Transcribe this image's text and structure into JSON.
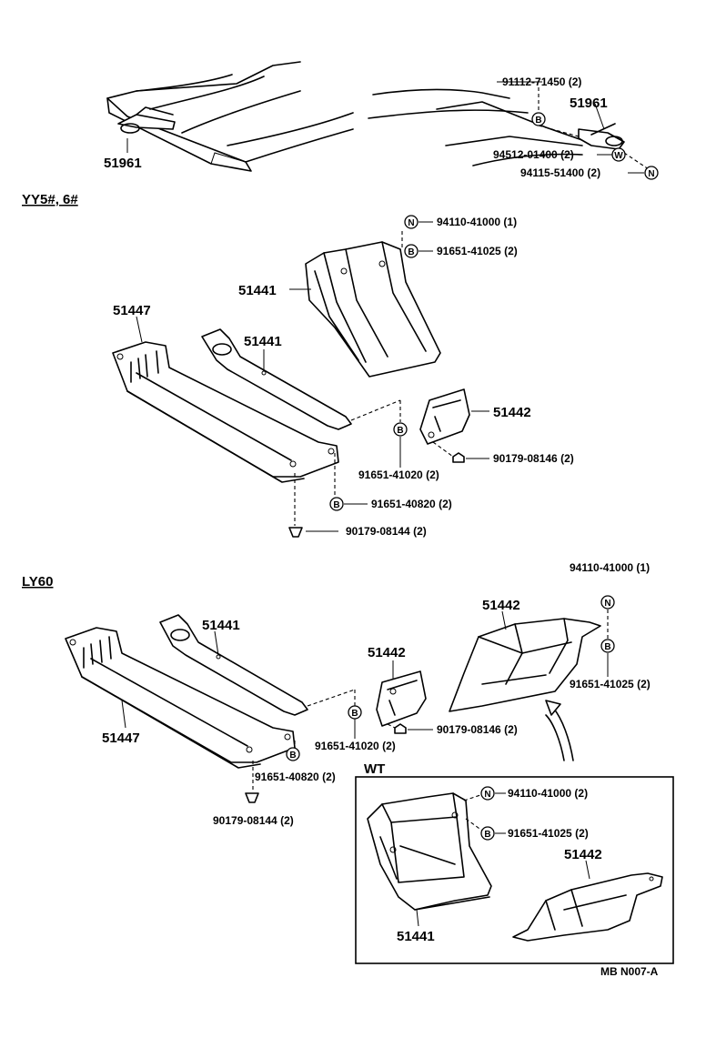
{
  "sections": {
    "yy": "YY5#, 6#",
    "ly": "LY60",
    "wt": "WT"
  },
  "footer_code": "MB  N007-A",
  "symbols": {
    "bolt": "B",
    "nut": "N",
    "washer": "W"
  },
  "top": {
    "ref_left": "51961",
    "ref_right": "51961",
    "p1": "91112-71450 (2)",
    "p2": "94512-01400 (2)",
    "p3": "94115-51400 (2)"
  },
  "yy": {
    "ref_51441_a": "51441",
    "ref_51447": "51447",
    "ref_51441_b": "51441",
    "ref_51442": "51442",
    "p_nut": "94110-41000 (1)",
    "p_bolt": "91651-41025 (2)",
    "p_bolt2": "91651-41020 (2)",
    "p_clip": "90179-08146 (2)",
    "p_bolt3": "91651-40820 (2)",
    "p_clip2": "90179-08144 (2)"
  },
  "ly": {
    "ref_51441": "51441",
    "ref_51447": "51447",
    "ref_51442_a": "51442",
    "ref_51442_b": "51442",
    "p_bolt2": "91651-41020 (2)",
    "p_clip": "90179-08146 (2)",
    "p_nut": "94110-41000 (1)",
    "p_bolt": "91651-41025 (2)",
    "p_bolt3": "91651-40820 (2)",
    "p_clip2": "90179-08144 (2)"
  },
  "wt": {
    "p_nut": "94110-41000 (2)",
    "p_bolt": "91651-41025 (2)",
    "ref_51442": "51442",
    "ref_51441": "51441"
  }
}
